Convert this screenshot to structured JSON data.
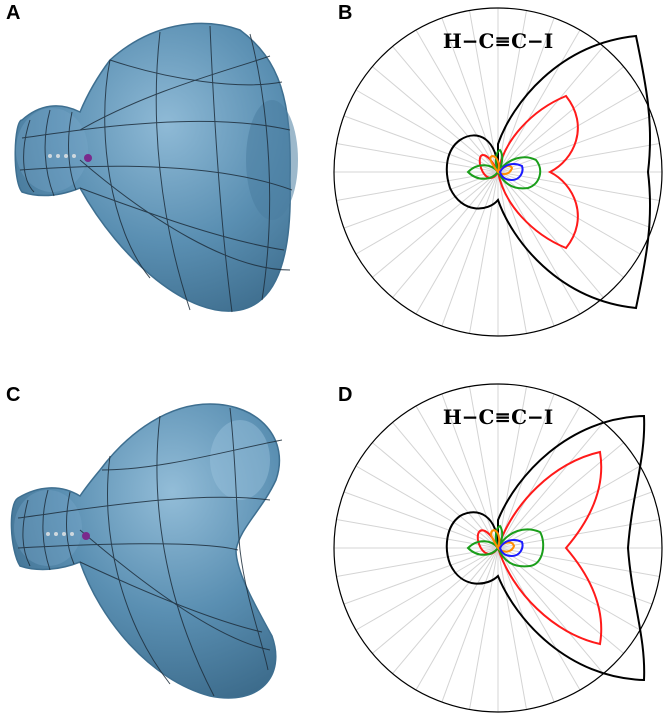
{
  "panels": {
    "a": {
      "label": "A"
    },
    "b": {
      "label": "B",
      "title": "H−C≡C−I"
    },
    "c": {
      "label": "C"
    },
    "d": {
      "label": "D",
      "title": "H−C≡C−I"
    }
  },
  "colors": {
    "surface": "#5a8fb2",
    "surface_edge": "#3e6f90",
    "mesh": "#1e2e3c",
    "atom": "#7a2a8c",
    "curve_black": "#000000",
    "curve_red": "#ff1a1a",
    "curve_green": "#1a9e1a",
    "curve_blue": "#1a1aff",
    "curve_orange": "#ff8c00",
    "spoke": "#d4d4d4"
  }
}
